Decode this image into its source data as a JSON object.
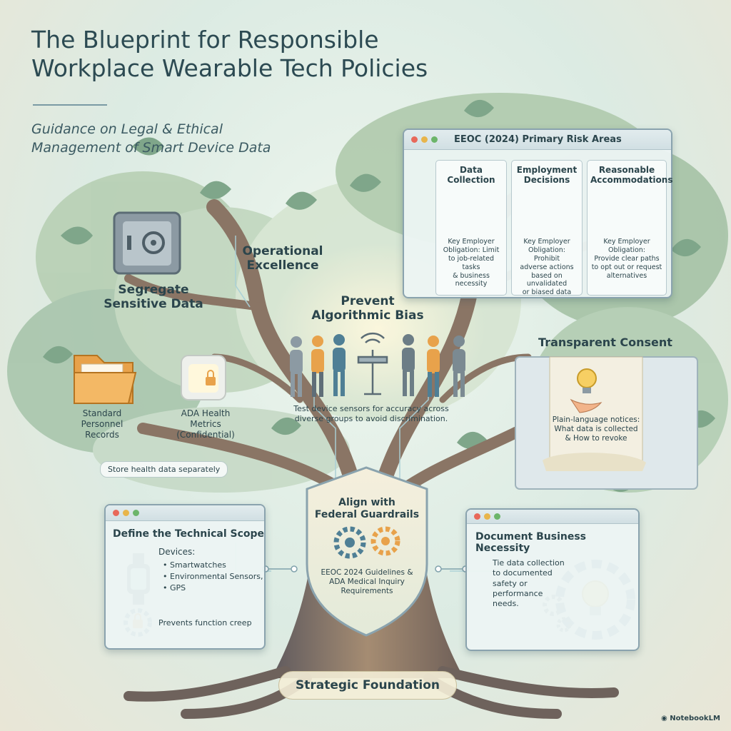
{
  "header": {
    "title_line1": "The Blueprint for Responsible",
    "title_line2": "Workplace Wearable Tech Policies",
    "subtitle_line1": "Guidance on Legal & Ethical",
    "subtitle_line2": "Management of Smart Device Data"
  },
  "branches": {
    "operational_excellence": [
      "Operational",
      "Excellence"
    ],
    "segregate": [
      "Segregate",
      "Sensitive Data"
    ],
    "standard_records": [
      "Standard",
      "Personnel",
      "Records"
    ],
    "ada_metrics": [
      "ADA Health",
      "Metrics",
      "(Confidential)"
    ],
    "store_note": "Store health data separately",
    "prevent_bias": [
      "Prevent",
      "Algorithmic Bias"
    ],
    "prevent_bias_desc": [
      "Test device sensors for accuracy across",
      "diverse groups to avoid discrimination."
    ]
  },
  "eeoc": {
    "title": "EEOC (2024) Primary Risk Areas",
    "cards": [
      {
        "title": [
          "Data",
          "Collection"
        ],
        "obligation": [
          "Key Employer",
          "Obligation: Limit",
          "to job-related tasks",
          "& business necessity"
        ]
      },
      {
        "title": [
          "Employment",
          "Decisions"
        ],
        "obligation": [
          "Key Employer",
          "Obligation: Prohibit",
          "adverse actions",
          "based on unvalidated",
          "or biased data"
        ]
      },
      {
        "title": [
          "Reasonable",
          "Accommodations"
        ],
        "obligation": [
          "Key Employer",
          "Obligation:",
          "Provide clear paths",
          "to opt out or request",
          "alternatives"
        ]
      }
    ]
  },
  "consent": {
    "title": "Transparent Consent",
    "note": [
      "Plain-language notices:",
      "What data is collected",
      "& How to revoke"
    ]
  },
  "shield": {
    "title": [
      "Align with",
      "Federal Guardrails"
    ],
    "body": [
      "EEOC 2024 Guidelines &",
      "ADA Medical Inquiry",
      "Requirements"
    ]
  },
  "scope": {
    "title": "Define the Technical Scope",
    "devices_label": "Devices:",
    "devices": [
      "Smartwatches",
      "Environmental Sensors,",
      "GPS"
    ],
    "note": "Prevents function creep"
  },
  "necessity": {
    "title": "Document Business Necessity",
    "body": [
      "Tie data collection",
      "to documented",
      "safety or",
      "performance",
      "needs."
    ]
  },
  "foundation": "Strategic Foundation",
  "brand": "NotebookLM",
  "colors": {
    "trunk": "#7a6a5c",
    "trunk_light": "#b29a7f",
    "canopy": "#9fbf9e",
    "canopy_dark": "#6e9a86",
    "ink": "#2b454c",
    "accent_orange": "#e8a24b",
    "accent_blue": "#4f7f95"
  },
  "icons": {
    "safe": "safe-icon",
    "folder": "folder-icon",
    "lock_box": "lock-box-icon",
    "bar_chart": "bar-chart-icon",
    "scales": "scales-icon",
    "accommodation": "hand-pointer-icon",
    "lightbulb": "lightbulb-icon",
    "gears": "gears-icon",
    "smartwatch": "smartwatch-icon",
    "gear_lock": "gear-lock-icon",
    "shield": "shield-icon",
    "antenna": "sensor-antenna-icon",
    "people": "people-icon"
  }
}
